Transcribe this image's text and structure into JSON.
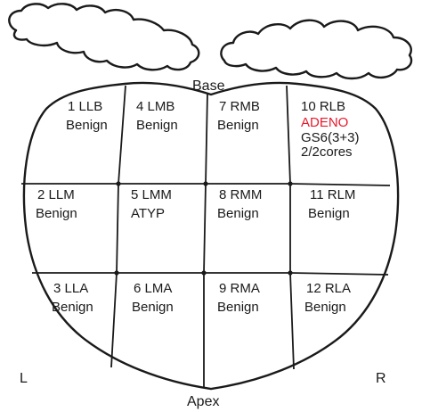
{
  "labels": {
    "base": "Base",
    "apex": "Apex",
    "left": "L",
    "right": "R"
  },
  "colors": {
    "line": "#1a1a1a",
    "highlight": "#e8192c"
  },
  "regions": [
    {
      "id": "1",
      "lines": [
        "1  LLB",
        "Benign"
      ]
    },
    {
      "id": "4",
      "lines": [
        "4  LMB",
        "Benign"
      ]
    },
    {
      "id": "7",
      "lines": [
        "7  RMB",
        "Benign"
      ]
    },
    {
      "id": "10",
      "lines": [
        "10  RLB",
        "ADENO",
        "GS6(3+3)",
        "2/2cores"
      ],
      "highlight_line": 1
    },
    {
      "id": "2",
      "lines": [
        "2  LLM",
        "Benign"
      ]
    },
    {
      "id": "5",
      "lines": [
        "5  LMM",
        "ATYP"
      ]
    },
    {
      "id": "8",
      "lines": [
        "8  RMM",
        "Benign"
      ]
    },
    {
      "id": "11",
      "lines": [
        "11  RLM",
        "Benign"
      ]
    },
    {
      "id": "3",
      "lines": [
        "3  LLA",
        "Benign"
      ]
    },
    {
      "id": "6",
      "lines": [
        "6  LMA",
        "Benign"
      ]
    },
    {
      "id": "9",
      "lines": [
        "9  RMA",
        "Benign"
      ]
    },
    {
      "id": "12",
      "lines": [
        "12  RLA",
        "Benign"
      ]
    }
  ]
}
